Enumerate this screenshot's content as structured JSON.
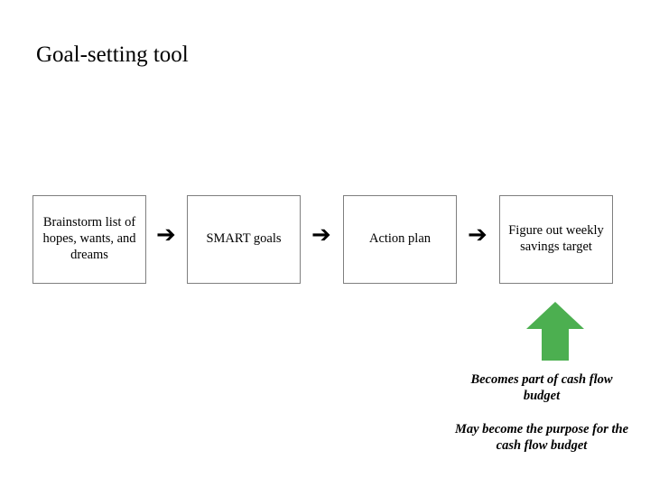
{
  "slide": {
    "title": "Goal-setting tool",
    "background_color": "#ffffff",
    "text_color": "#000000",
    "box_border_color": "#7f7f7f",
    "accent_color": "#4caf50"
  },
  "flow": {
    "arrow_glyph": "➔",
    "steps": [
      {
        "label": "Brainstorm list of hopes, wants, and dreams"
      },
      {
        "label": "SMART goals"
      },
      {
        "label": "Action plan"
      },
      {
        "label": "Figure out weekly savings target"
      }
    ]
  },
  "annotations": {
    "up_arrow_name": "green-up-arrow",
    "captions": [
      "Becomes part of cash flow budget",
      "May become the purpose for the cash flow budget"
    ]
  }
}
